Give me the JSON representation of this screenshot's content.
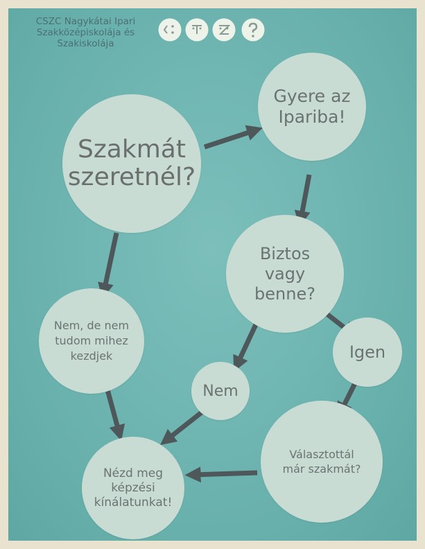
{
  "header": {
    "school_name_lines": [
      "CSZC Nagykátai Ipari",
      "Szakközépiskolája és",
      "Szakiskolája"
    ]
  },
  "icons": [
    "confused-face-icon",
    "neutral-face-icon",
    "thinking-face-icon",
    "question-mark-icon"
  ],
  "colors": {
    "background": "#6fb4b0",
    "node_fill": "#c8dcd3",
    "node_text": "#6b7372",
    "arrow": "#4e5759",
    "frame": "#e9e2cf"
  },
  "flowchart": {
    "nodes": {
      "start": "Szakmát\nszeretnél?",
      "join": "Gyere az\nIpariba!",
      "sure": "Biztos\nvagy\nbenne?",
      "dont_know": "Nem, de nem\ntudom mihez\nkezdjek",
      "no": "Nem",
      "yes": "Igen",
      "chosen": "Választottál\nmár szakmát?",
      "offer": "Nézd meg\nképzési\nkínálatunkat!"
    }
  }
}
